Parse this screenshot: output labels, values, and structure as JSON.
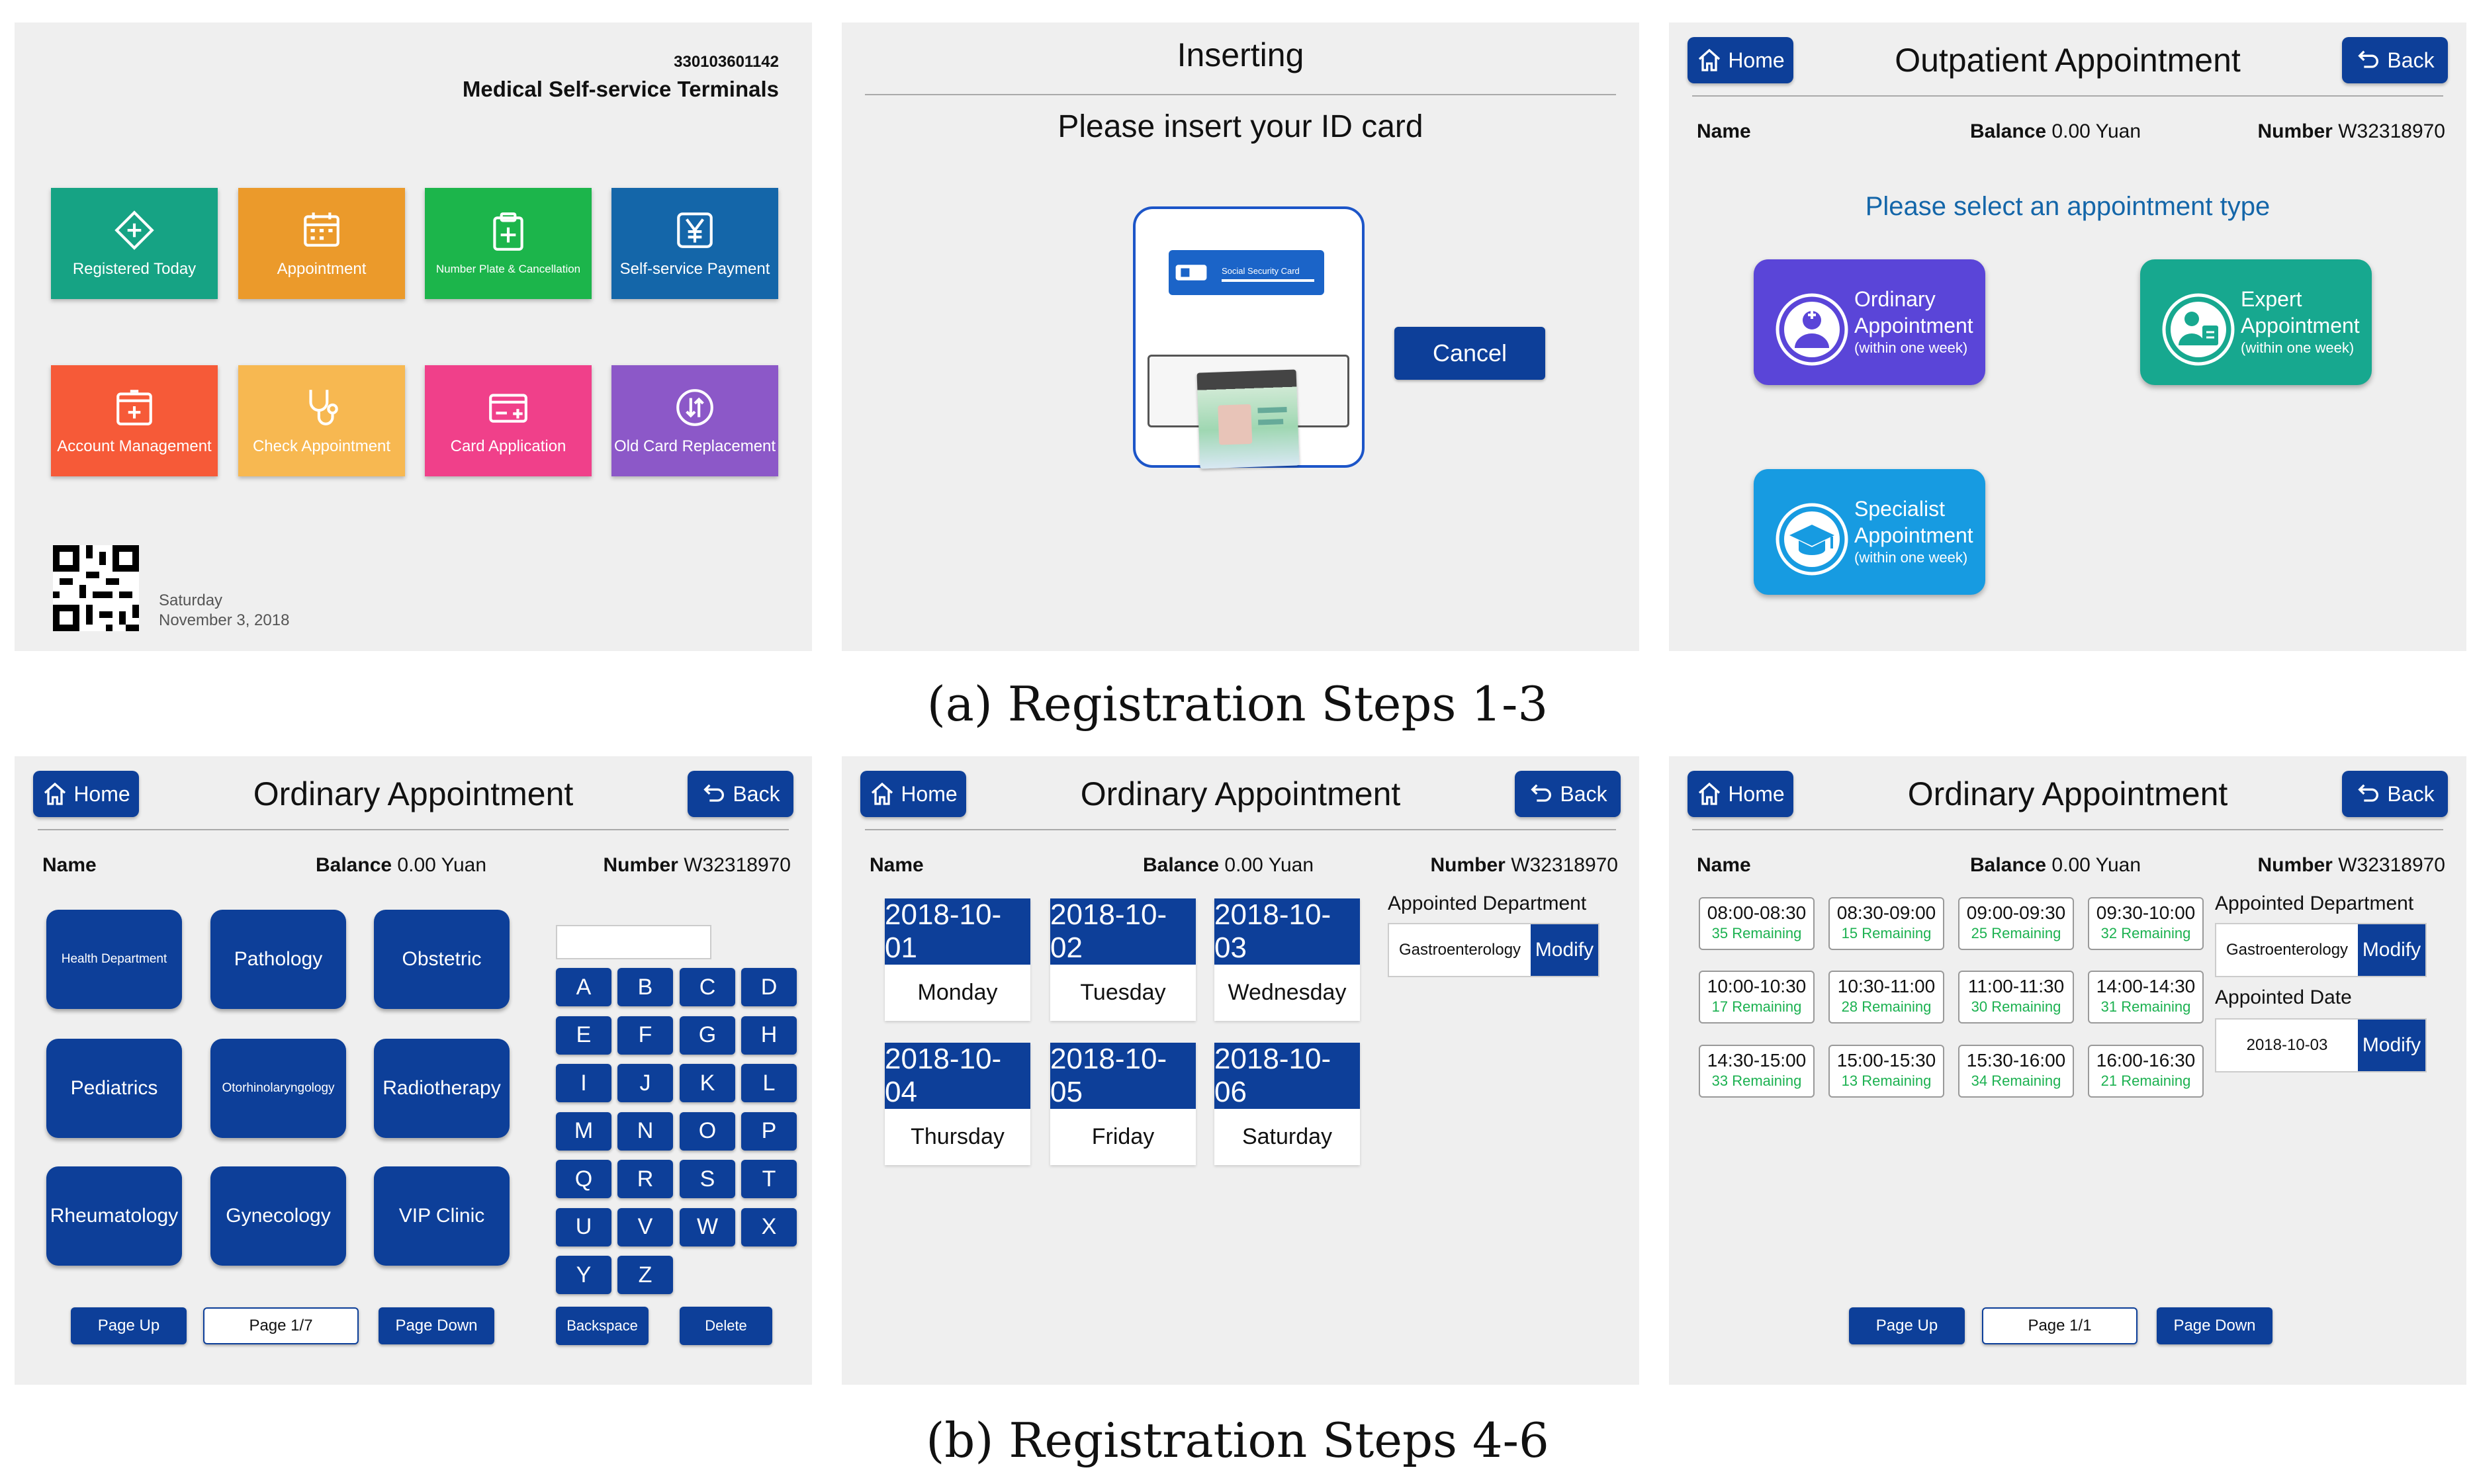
{
  "captions": {
    "a": "(a) Registration Steps 1-3",
    "b": "(b) Registration Steps 4-6"
  },
  "panel1": {
    "terminal_id": "330103601142",
    "title": "Medical Self-service Terminals",
    "tiles": [
      {
        "label": "Registered Today",
        "color": "#16a384",
        "icon": "diamond-plus-icon"
      },
      {
        "label": "Appointment",
        "color": "#eb9a2b",
        "icon": "calendar-icon"
      },
      {
        "label": "Number Plate & Cancellation",
        "color": "#1cb54b",
        "icon": "clipboard-plus-icon"
      },
      {
        "label": "Self-service Payment",
        "color": "#1466a9",
        "icon": "yen-icon"
      },
      {
        "label": "Account Management",
        "color": "#f65a38",
        "icon": "account-box-icon"
      },
      {
        "label": "Check Appointment",
        "color": "#f7b851",
        "icon": "stethoscope-icon"
      },
      {
        "label": "Card Application",
        "color": "#f0408a",
        "icon": "card-plus-icon"
      },
      {
        "label": "Old Card Replacement",
        "color": "#8c58c8",
        "icon": "swap-icon"
      }
    ],
    "day": "Saturday",
    "date": "November 3, 2018"
  },
  "panel2": {
    "title": "Inserting",
    "prompt": "Please insert your ID card",
    "card_label": "Social Security Card",
    "cancel": "Cancel"
  },
  "common": {
    "home": "Home",
    "back": "Back",
    "name_label": "Name",
    "balance_label": "Balance",
    "balance_value": "0.00 Yuan",
    "number_label": "Number",
    "number_value": "W32318970"
  },
  "panel3": {
    "title": "Outpatient Appointment",
    "prompt": "Please select an appointment type",
    "types": [
      {
        "line1": "Ordinary",
        "line2": "Appointment",
        "line3": "(within one week)",
        "color": "#5a45d8",
        "icon": "doctor-icon"
      },
      {
        "line1": "Expert",
        "line2": "Appointment",
        "line3": "(within one week)",
        "color": "#17a88f",
        "icon": "expert-badge-icon"
      },
      {
        "line1": "Specialist",
        "line2": "Appointment",
        "line3": "(within one week)",
        "color": "#179be1",
        "icon": "graduation-cap-icon"
      }
    ]
  },
  "panel4": {
    "title": "Ordinary Appointment",
    "departments": [
      "Health Department",
      "Pathology",
      "Obstetric",
      "Pediatrics",
      "Otorhinolaryngology",
      "Radiotherapy",
      "Rheumatology",
      "Gynecology",
      "VIP Clinic"
    ],
    "keys": [
      "A",
      "B",
      "C",
      "D",
      "E",
      "F",
      "G",
      "H",
      "I",
      "J",
      "K",
      "L",
      "M",
      "N",
      "O",
      "P",
      "Q",
      "R",
      "S",
      "T",
      "U",
      "V",
      "W",
      "X",
      "Y",
      "Z"
    ],
    "page_up": "Page Up",
    "page": "Page 1/7",
    "page_down": "Page Down",
    "backspace": "Backspace",
    "delete": "Delete"
  },
  "panel5": {
    "title": "Ordinary Appointment",
    "dates": [
      {
        "date": "2018-10-01",
        "day": "Monday"
      },
      {
        "date": "2018-10-02",
        "day": "Tuesday"
      },
      {
        "date": "2018-10-03",
        "day": "Wednesday"
      },
      {
        "date": "2018-10-04",
        "day": "Thursday"
      },
      {
        "date": "2018-10-05",
        "day": "Friday"
      },
      {
        "date": "2018-10-06",
        "day": "Saturday"
      }
    ],
    "dept_label": "Appointed Department",
    "dept_value": "Gastroenterology",
    "modify": "Modify"
  },
  "panel6": {
    "title": "Ordinary Appointment",
    "slots": [
      {
        "time": "08:00-08:30",
        "remain": "35 Remaining"
      },
      {
        "time": "08:30-09:00",
        "remain": "15 Remaining"
      },
      {
        "time": "09:00-09:30",
        "remain": "25 Remaining"
      },
      {
        "time": "09:30-10:00",
        "remain": "32 Remaining"
      },
      {
        "time": "10:00-10:30",
        "remain": "17 Remaining"
      },
      {
        "time": "10:30-11:00",
        "remain": "28 Remaining"
      },
      {
        "time": "11:00-11:30",
        "remain": "30 Remaining"
      },
      {
        "time": "14:00-14:30",
        "remain": "31 Remaining"
      },
      {
        "time": "14:30-15:00",
        "remain": "33 Remaining"
      },
      {
        "time": "15:00-15:30",
        "remain": "13 Remaining"
      },
      {
        "time": "15:30-16:00",
        "remain": "34 Remaining"
      },
      {
        "time": "16:00-16:30",
        "remain": "21 Remaining"
      }
    ],
    "dept_label": "Appointed Department",
    "dept_value": "Gastroenterology",
    "date_label": "Appointed Date",
    "date_value": "2018-10-03",
    "modify": "Modify",
    "page_up": "Page Up",
    "page": "Page 1/1",
    "page_down": "Page Down"
  }
}
